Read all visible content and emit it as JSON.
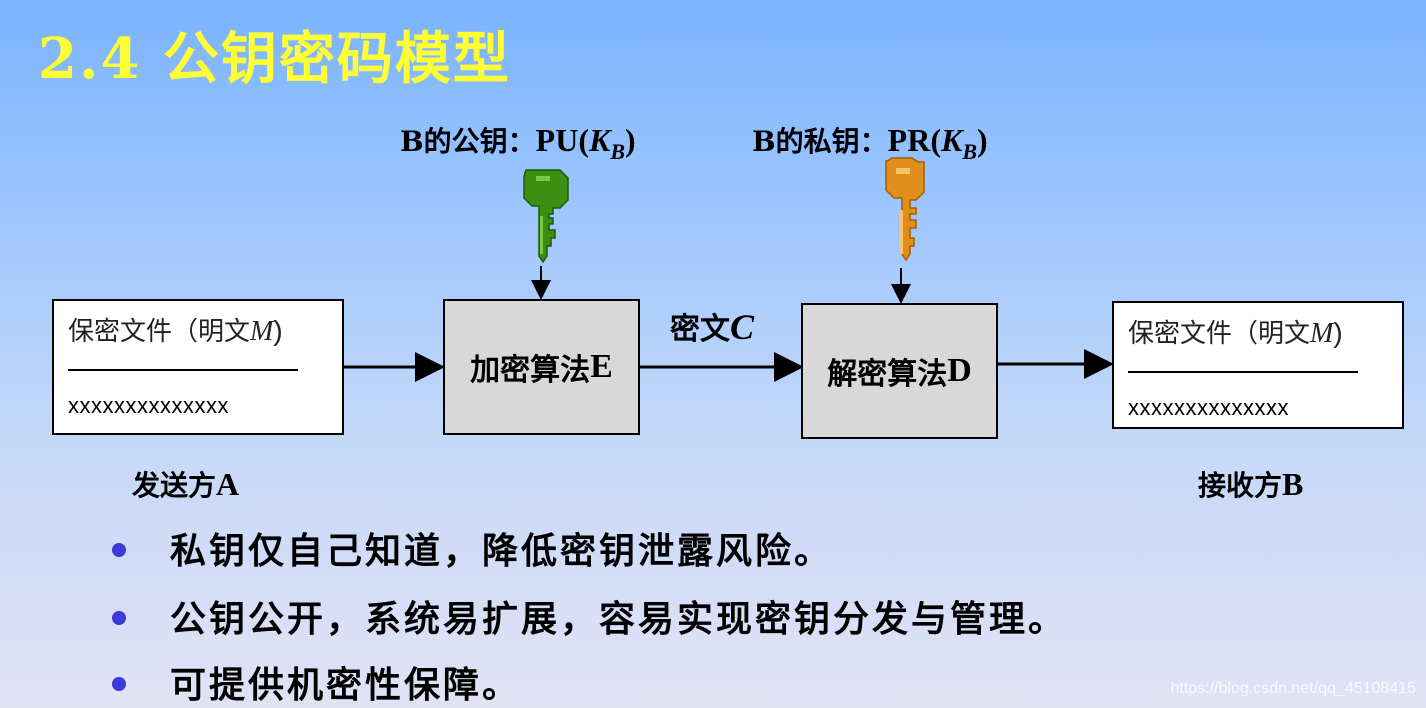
{
  "title": "2.4  公钥密码模型",
  "pub_key_label": {
    "prefix": "B的公钥：",
    "abbr": "PU(",
    "k": "K",
    "sub": "B",
    "close": ")"
  },
  "priv_key_label": {
    "prefix": "B的私钥：",
    "abbr": "PR(",
    "k": "K",
    "sub": "B",
    "close": ")"
  },
  "sender_doc": {
    "text": "保密文件（明文",
    "m": "M",
    "close": ")",
    "content": "xxxxxxxxxxxxxx"
  },
  "receiver_doc": {
    "text": "保密文件（明文",
    "m": "M",
    "close": ")",
    "content": "xxxxxxxxxxxxxx"
  },
  "encrypt_box": {
    "label": "加密算法",
    "letter": "E"
  },
  "decrypt_box": {
    "label": "解密算法",
    "letter": "D"
  },
  "ciphertext": {
    "label": "密文",
    "letter": "C"
  },
  "sender": {
    "label": "发送方",
    "letter": "A"
  },
  "receiver": {
    "label": "接收方",
    "letter": "B"
  },
  "bullets": [
    "私钥仅自己知道，降低密钥泄露风险。",
    "公钥公开，系统易扩展，容易实现密钥分发与管理。",
    "可提供机密性保障。"
  ],
  "watermark": "https://blog.csdn.net/qq_45108415",
  "colors": {
    "title": "#ffff33",
    "public_key": "#3b8f12",
    "private_key": "#e0901a",
    "bullet": "#3b3bd6"
  },
  "icons": {
    "public_key": "key-icon",
    "private_key": "key-icon"
  }
}
